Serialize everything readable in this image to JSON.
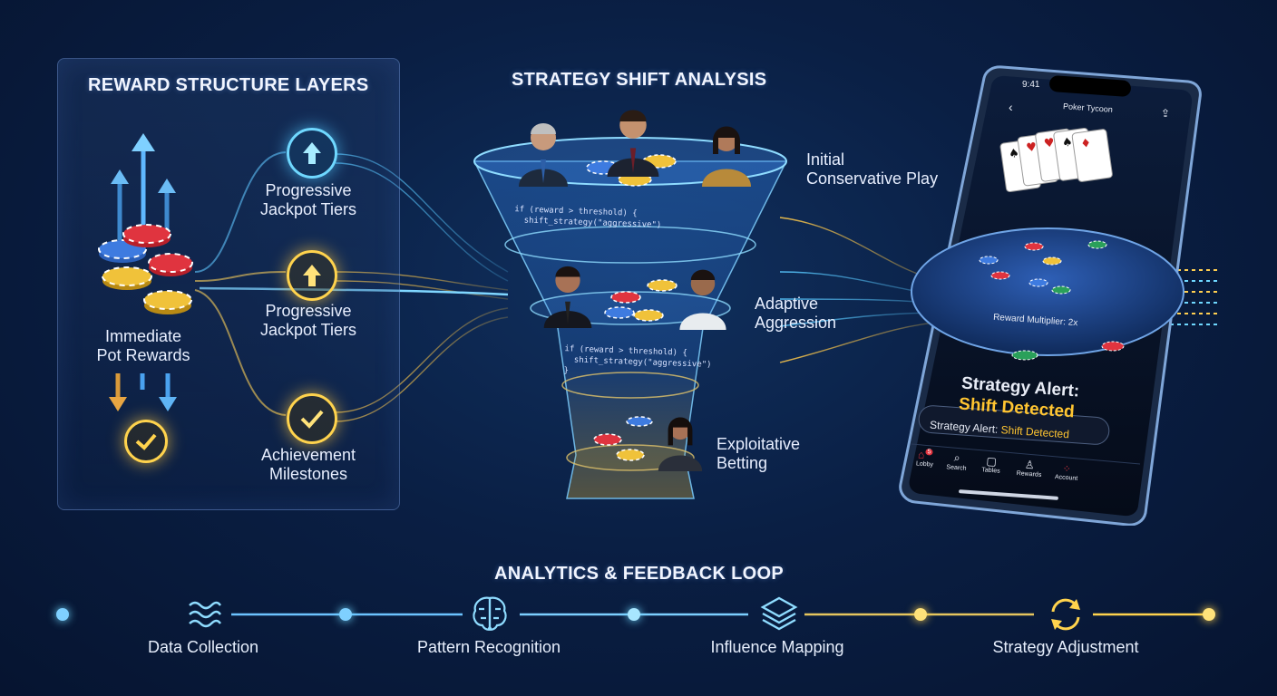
{
  "reward_panel": {
    "title": "REWARD STRUCTURE LAYERS",
    "base_label": "Immediate\nPot Rewards",
    "layers": [
      {
        "label": "Progressive\nJackpot Tiers",
        "icon": "arrow-up-icon",
        "color": "#6fd8ff"
      },
      {
        "label": "Progressive\nJackpot Tiers",
        "icon": "arrow-up-icon",
        "color": "#ffd34d"
      },
      {
        "label": "Achievement\nMilestones",
        "icon": "check-icon",
        "color": "#ffd34d"
      }
    ]
  },
  "funnel": {
    "title": "STRATEGY SHIFT ANALYSIS",
    "stages": [
      {
        "label": "Initial\nConservative Play"
      },
      {
        "label": "Adaptive\nAggression"
      },
      {
        "label": "Exploitative\nBetting"
      }
    ],
    "code_top": "if (reward > threshold) {\n  shift_strategy(\"aggressive\")",
    "code_mid": "if (reward > threshold) {\n  shift_strategy(\"aggressive\")\n}"
  },
  "phone": {
    "time": "9:41",
    "header_title": "Poker Tycoon",
    "reward_multiplier": "Reward Multiplier: 2x",
    "alert_line1": "Strategy Alert:",
    "alert_line2": "Shift Detected",
    "banner_prefix": "Strategy Alert: ",
    "banner_highlight": "Shift Detected",
    "nav": [
      "Lobby",
      "Search",
      "Tables",
      "Rewards",
      "Account"
    ],
    "nav_badge": "5"
  },
  "timeline": {
    "title": "ANALYTICS & FEEDBACK LOOP",
    "steps": [
      {
        "label": "Data Collection",
        "icon": "data-waves-icon"
      },
      {
        "label": "Pattern Recognition",
        "icon": "brain-icon"
      },
      {
        "label": "Influence Mapping",
        "icon": "layers-icon"
      },
      {
        "label": "Strategy Adjustment",
        "icon": "cycle-arrows-icon"
      }
    ]
  },
  "colors": {
    "accent_blue": "#6fd8ff",
    "accent_gold": "#ffd34d",
    "alert_gold": "#ffc531"
  }
}
